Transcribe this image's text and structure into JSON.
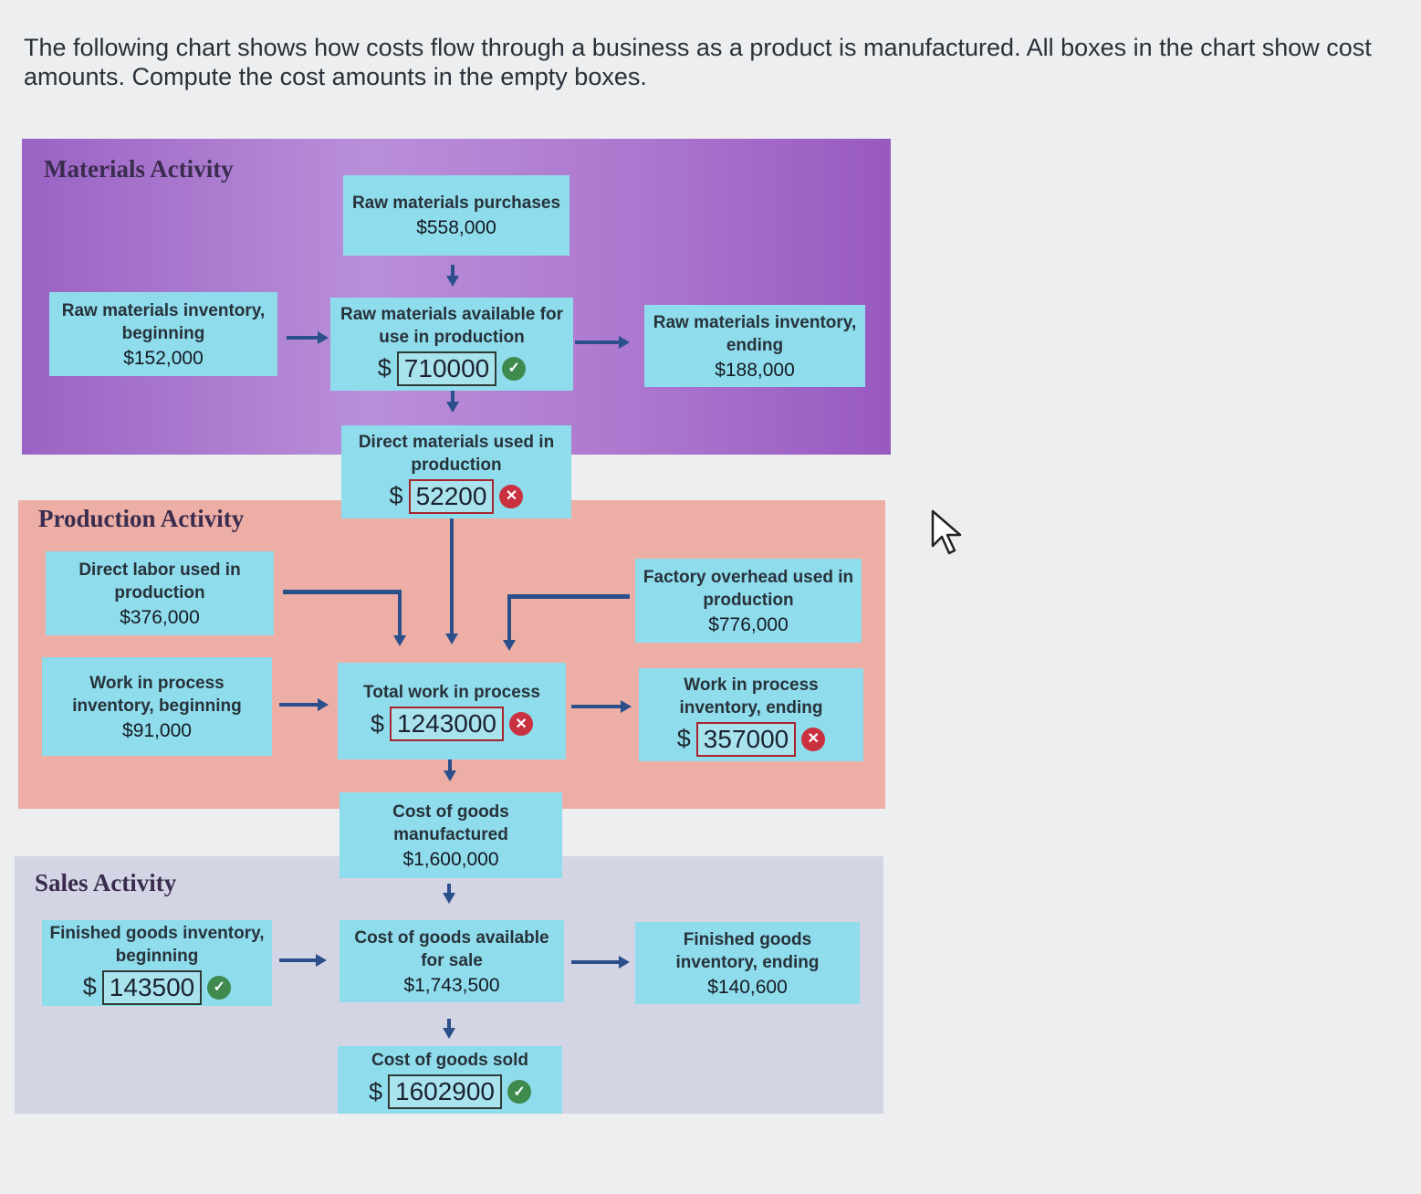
{
  "instructions": "The following chart shows how costs flow through a business as a product is manufactured. All boxes in the chart show cost amounts. Compute the cost amounts in the empty boxes.",
  "regions": {
    "materials": "Materials Activity",
    "production": "Production Activity",
    "sales": "Sales Activity"
  },
  "boxes": {
    "rm_purchases": {
      "label": "Raw materials purchases",
      "amount": "$558,000"
    },
    "rm_beginning": {
      "label": "Raw materials inventory, beginning",
      "amount": "$152,000"
    },
    "rm_available": {
      "label": "Raw materials available for use in production",
      "currency": "$",
      "value": "710000",
      "status": "correct"
    },
    "rm_ending": {
      "label": "Raw materials inventory, ending",
      "amount": "$188,000"
    },
    "dm_used": {
      "label": "Direct materials used in production",
      "currency": "$",
      "value": "52200",
      "status": "incorrect"
    },
    "dl_used": {
      "label": "Direct labor used in production",
      "amount": "$376,000"
    },
    "foh_used": {
      "label": "Factory overhead used in production",
      "amount": "$776,000"
    },
    "wip_beginning": {
      "label": "Work in process inventory, beginning",
      "amount": "$91,000"
    },
    "total_wip": {
      "label": "Total work in process",
      "currency": "$",
      "value": "1243000",
      "status": "incorrect"
    },
    "wip_ending": {
      "label": "Work in process inventory, ending",
      "currency": "$",
      "value": "357000",
      "status": "incorrect"
    },
    "cogm": {
      "label": "Cost of goods manufactured",
      "amount": "$1,600,000"
    },
    "fg_beginning": {
      "label": "Finished goods inventory, beginning",
      "currency": "$",
      "value": "143500",
      "status": "correct"
    },
    "cogas": {
      "label": "Cost of goods available for sale",
      "amount": "$1,743,500"
    },
    "fg_ending": {
      "label": "Finished goods inventory, ending",
      "amount": "$140,600"
    },
    "cogs": {
      "label": "Cost of goods sold",
      "currency": "$",
      "value": "1602900",
      "status": "correct"
    }
  },
  "icons": {
    "correct": "check-circle-icon",
    "incorrect": "x-circle-icon",
    "cursor": "mouse-pointer-icon"
  },
  "colors": {
    "materials_region": "#9a63c4",
    "production_region": "#ecaea5",
    "sales_region": "#d3d5e4",
    "box_fill": "#8fdcec",
    "connector": "#2a4f8a",
    "correct": "#3f8a4e",
    "incorrect": "#c9313f"
  }
}
